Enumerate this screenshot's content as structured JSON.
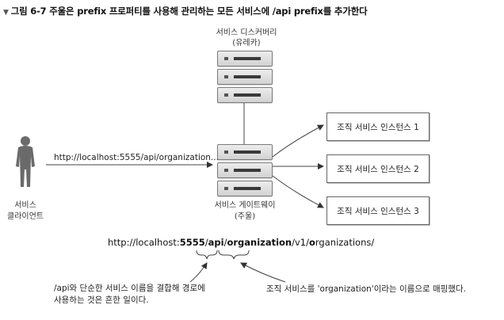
{
  "figure": {
    "caption": "그림 6-7 주울은 prefix 프로퍼티를 사용해 관리하는 모든 서비스에 /api prefix를 추가한다"
  },
  "discovery": {
    "title": "서비스 디스커버리",
    "subtitle": "(유레카)"
  },
  "client": {
    "label_line1": "서비스",
    "label_line2": "클라이언트"
  },
  "request": {
    "url": "http://localhost:5555/api/organization..."
  },
  "gateway": {
    "title": "서비스 게이트웨이",
    "subtitle": "(주울)"
  },
  "instances": [
    {
      "label": "조직 서비스 인스턴스 1"
    },
    {
      "label": "조직 서비스 인스턴스 2"
    },
    {
      "label": "조직 서비스 인스턴스 3"
    }
  ],
  "full_url": {
    "part1": "http://localhost:",
    "part2": "5555",
    "part3": "/",
    "part4": "api",
    "part5": "/",
    "part6": "organization",
    "part7": "/v1/",
    "part8": "o",
    "part9": "rganizations/"
  },
  "notes": {
    "left_line1": "/api와 단순한 서비스 이름을 결합해 경로에",
    "left_line2": "사용하는 것은 흔한 일이다.",
    "right": "조직 서비스를 'organization'이라는 이름으로 매핑했다."
  }
}
